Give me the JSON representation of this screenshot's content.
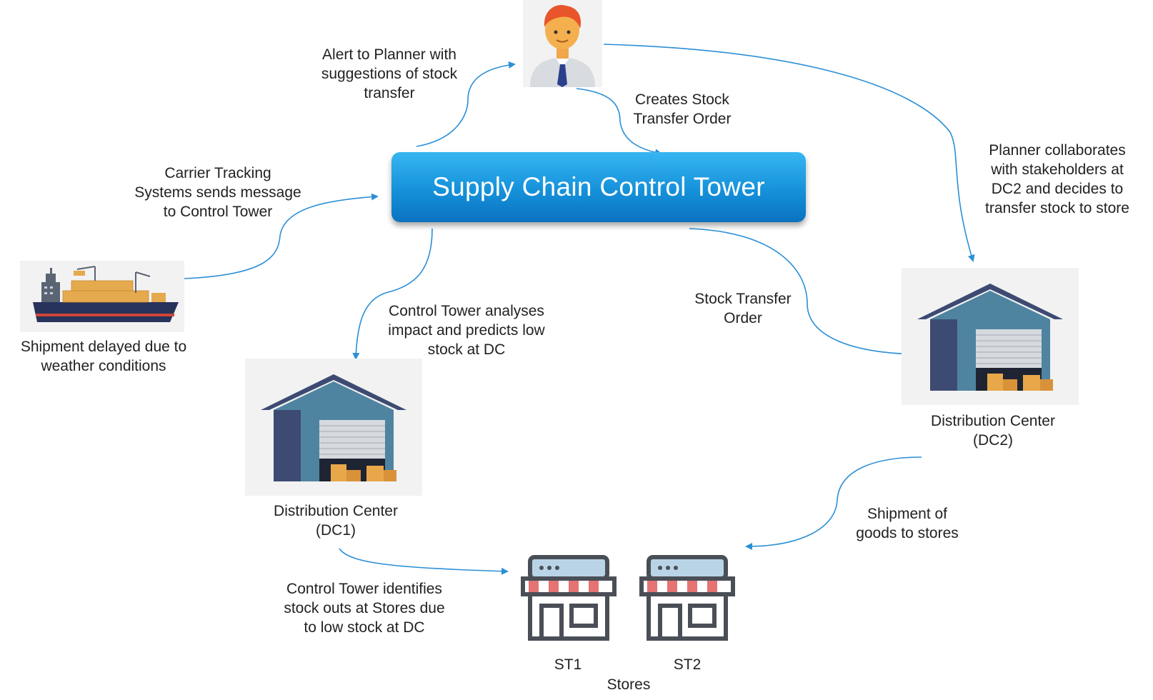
{
  "title": "Supply Chain Control Tower",
  "nodes": {
    "ship_label": "Shipment  delayed due to\nweather conditions",
    "dc1_label": "Distribution Center\n(DC1)",
    "dc2_label": "Distribution Center\n(DC2)",
    "st1_label": "ST1",
    "st2_label": "ST2",
    "stores_label": "Stores"
  },
  "edges": {
    "carrier": "Carrier Tracking\nSystems sends message\nto Control Tower",
    "alert": "Alert to Planner with\nsuggestions of stock\ntransfer",
    "creates_sto": "Creates Stock\nTransfer Order",
    "collaborates": "Planner collaborates\nwith stakeholders at\nDC2 and decides to\ntransfer stock to store",
    "analyses": "Control Tower analyses\nimpact and predicts low\nstock at DC",
    "sto": "Stock Transfer\nOrder",
    "shipment_goods": "Shipment  of\ngoods to stores",
    "identifies": "Control Tower identifies\nstock outs at Stores due\nto low stock at DC"
  },
  "colors": {
    "tower": "#1591da",
    "arrow": "#2b8fd6",
    "warehouse_roof": "#3d4b73",
    "warehouse_wall": "#4f84a0",
    "store_awning": "#e57373",
    "store_outline": "#4a4f57"
  },
  "icons": [
    "ship-icon",
    "planner-icon",
    "warehouse-icon",
    "store-icon"
  ]
}
